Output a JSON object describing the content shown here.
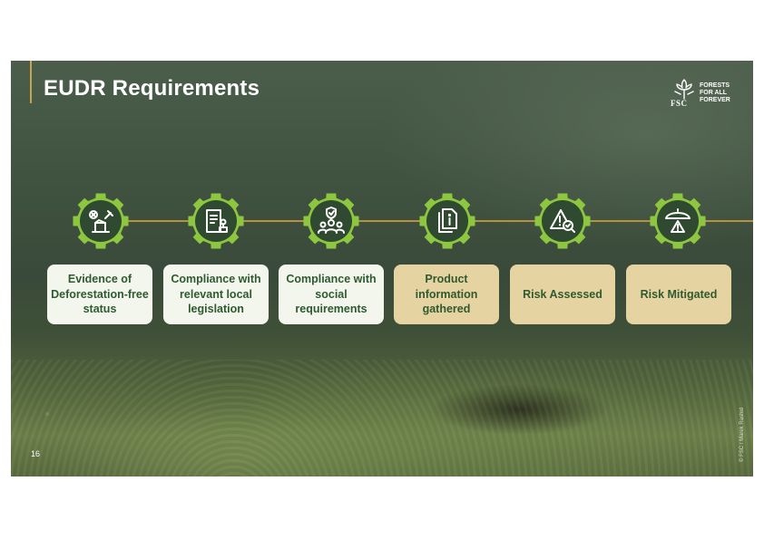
{
  "slide": {
    "title": "EUDR Requirements",
    "page_number": "16",
    "photo_credit": "© FSC / Marek Rashid"
  },
  "logo": {
    "brand": "FSC",
    "slogan_line1": "FORESTS",
    "slogan_line2": "FOR ALL",
    "slogan_line3": "FOREVER",
    "icon": "fsc-tree-icon"
  },
  "colors": {
    "accent_gold": "#b7913f",
    "icon_green": "#8dc63f",
    "card_light": "#f2f6ec",
    "card_tan": "#e5d4a1",
    "card_text": "#2f5a2f"
  },
  "steps": [
    {
      "label": "Evidence of Deforestation-free status",
      "icon": "tree-stump-x-icon",
      "style": "light"
    },
    {
      "label": "Compliance with relevant local legislation",
      "icon": "legal-document-stamp-icon",
      "style": "light"
    },
    {
      "label": "Compliance with social requirements",
      "icon": "people-shield-icon",
      "style": "light"
    },
    {
      "label": "Product information gathered",
      "icon": "document-info-icon",
      "style": "tan"
    },
    {
      "label": "Risk Assessed",
      "icon": "warning-magnifier-icon",
      "style": "tan"
    },
    {
      "label": "Risk Mitigated",
      "icon": "umbrella-warning-icon",
      "style": "tan"
    }
  ]
}
